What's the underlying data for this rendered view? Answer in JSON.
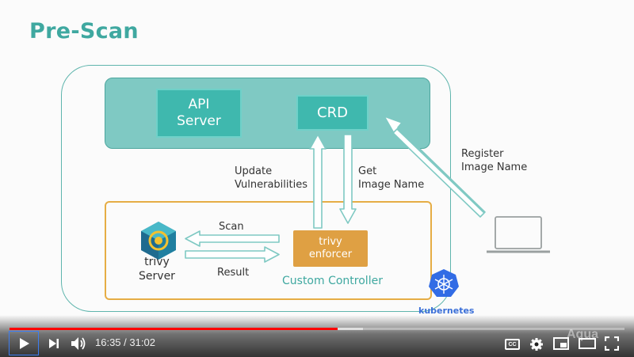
{
  "slide": {
    "title": "Pre-Scan",
    "api_server": "API\nServer",
    "crd": "CRD",
    "update_label": "Update\nVulnerabilities",
    "get_label": "Get\nImage Name",
    "register_label": "Register\nImage Name",
    "scan_label": "Scan",
    "result_label": "Result",
    "trivy_server": "trivy\nServer",
    "enforcer": "trivy\nenforcer",
    "custom_controller": "Custom Controller",
    "kubernetes": "kubernetes",
    "colors": {
      "teal": "#3fb8ae",
      "panel": "#7fc9c3",
      "orange": "#dfa043",
      "k8s": "#3a6fd8"
    }
  },
  "player": {
    "current_time": "16:35",
    "separator": " / ",
    "duration": "31:02",
    "played_fraction": 0.534,
    "buffered_fraction": 0.575,
    "watermark": "Aqua",
    "icons": [
      "play-icon",
      "next-icon",
      "volume-icon",
      "captions-icon",
      "settings-icon",
      "miniplayer-icon",
      "theater-icon",
      "fullscreen-icon"
    ]
  }
}
